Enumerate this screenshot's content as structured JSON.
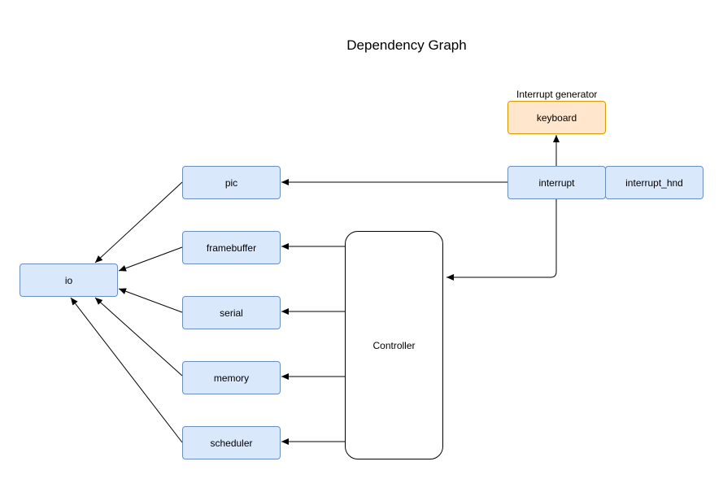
{
  "title": "Dependency Graph",
  "caption": "Interrupt generator",
  "nodes": {
    "keyboard": "keyboard",
    "interrupt": "interrupt",
    "interrupt_hnd": "interrupt_hnd",
    "pic": "pic",
    "framebuffer": "framebuffer",
    "serial": "serial",
    "memory": "memory",
    "scheduler": "scheduler",
    "io": "io",
    "controller": "Controller"
  },
  "colors": {
    "node_fill": "#dae8fc",
    "node_border": "#6c8ebf",
    "generator_fill": "#ffe6cc",
    "generator_border": "#d79b00",
    "edge": "#000000"
  },
  "edges": [
    {
      "from": "interrupt",
      "to": "keyboard"
    },
    {
      "from": "interrupt",
      "to": "pic"
    },
    {
      "from": "interrupt",
      "to": "controller"
    },
    {
      "from": "controller",
      "to": "framebuffer"
    },
    {
      "from": "controller",
      "to": "serial"
    },
    {
      "from": "controller",
      "to": "memory"
    },
    {
      "from": "controller",
      "to": "scheduler"
    },
    {
      "from": "pic",
      "to": "io"
    },
    {
      "from": "framebuffer",
      "to": "io"
    },
    {
      "from": "serial",
      "to": "io"
    },
    {
      "from": "memory",
      "to": "io"
    },
    {
      "from": "scheduler",
      "to": "io"
    }
  ]
}
